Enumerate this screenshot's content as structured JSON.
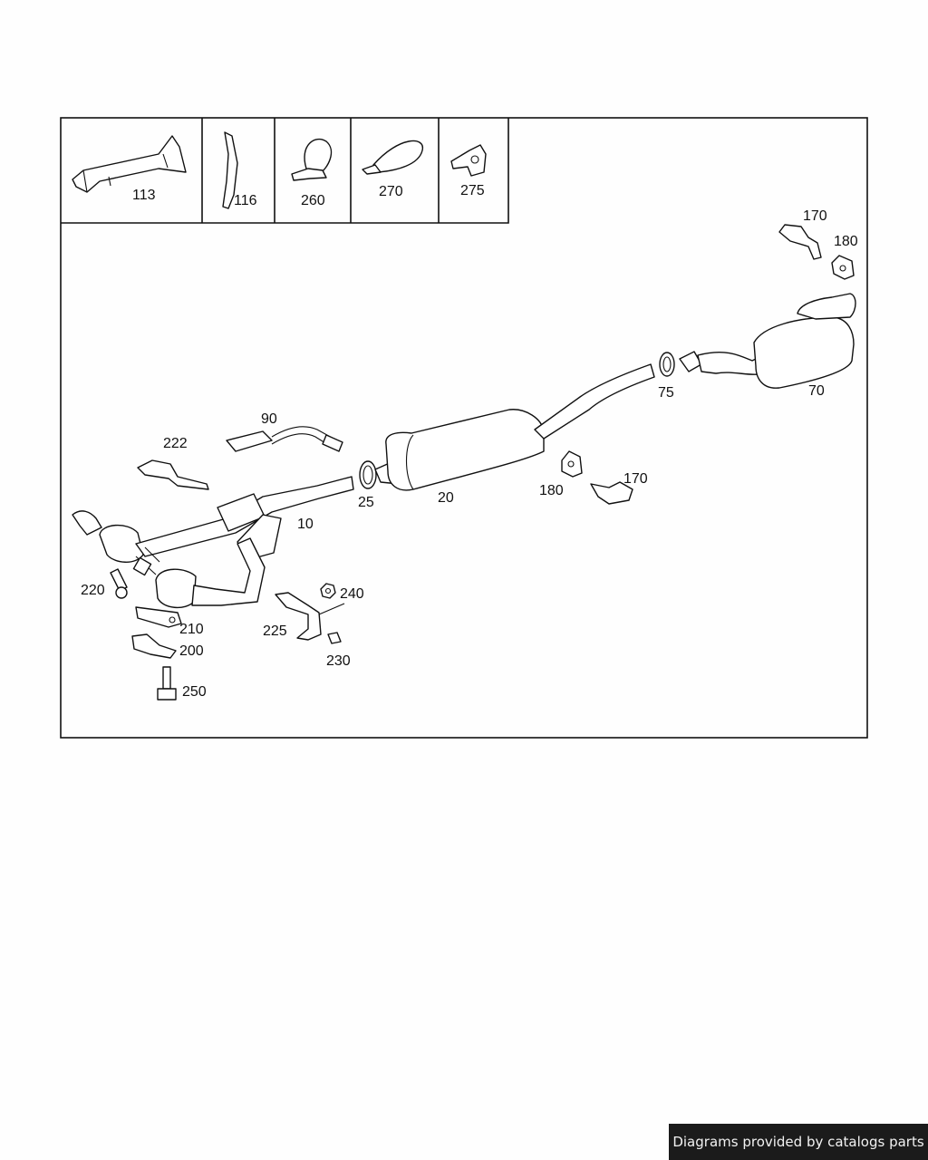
{
  "labels": {
    "p113": "113",
    "p116": "116",
    "p260": "260",
    "p270": "270",
    "p275": "275",
    "p170a": "170",
    "p180a": "180",
    "p70": "70",
    "p75": "75",
    "p90": "90",
    "p222": "222",
    "p25": "25",
    "p20": "20",
    "p180b": "180",
    "p170b": "170",
    "p10": "10",
    "p220": "220",
    "p210": "210",
    "p200": "200",
    "p250": "250",
    "p240": "240",
    "p225": "225",
    "p230": "230"
  },
  "footer": {
    "text": "Diagrams provided by catalogs parts"
  }
}
